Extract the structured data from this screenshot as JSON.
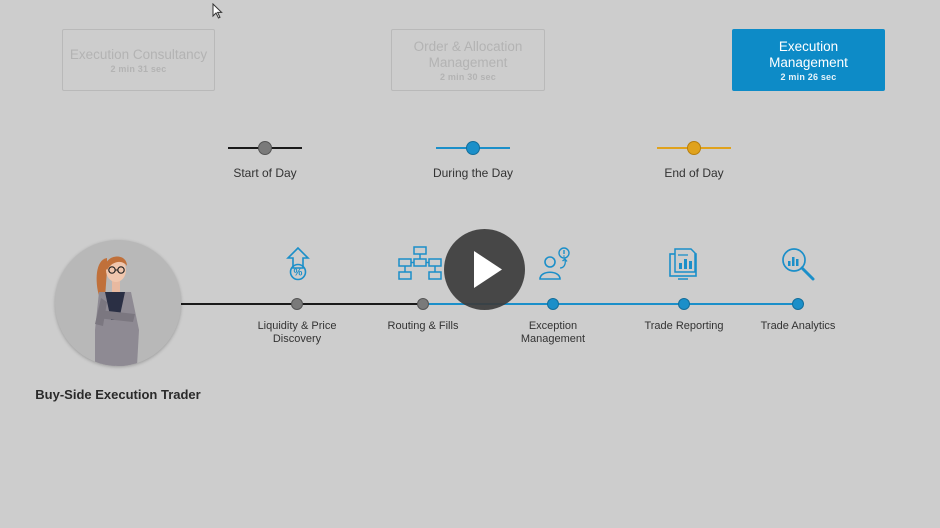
{
  "tabs": [
    {
      "title": "Execution Consultancy",
      "duration": "2 min 31 sec",
      "active": false
    },
    {
      "title": "Order & Allocation Management",
      "duration": "2 min 30 sec",
      "active": false
    },
    {
      "title": "Execution Management",
      "duration": "2  min 26 sec",
      "active": true
    }
  ],
  "legend": {
    "start": "Start of Day",
    "during": "During the Day",
    "end": "End of Day"
  },
  "colors": {
    "start": "#1a1a1a",
    "during": "#1b8fc9",
    "end": "#e0a21c",
    "accent": "#0d8bc7"
  },
  "persona": {
    "name": "Buy-Side Execution Trader"
  },
  "steps": [
    {
      "label": "Liquidity & Price Discovery",
      "icon": "percent-arrow-up-icon",
      "phase": "start"
    },
    {
      "label": "Routing & Fills",
      "icon": "flowchart-icon",
      "phase": "start"
    },
    {
      "label": "Exception Management",
      "icon": "person-alert-icon",
      "phase": "during"
    },
    {
      "label": "Trade Reporting",
      "icon": "report-monitor-icon",
      "phase": "during"
    },
    {
      "label": "Trade Analytics",
      "icon": "magnifier-chart-icon",
      "phase": "during"
    }
  ]
}
